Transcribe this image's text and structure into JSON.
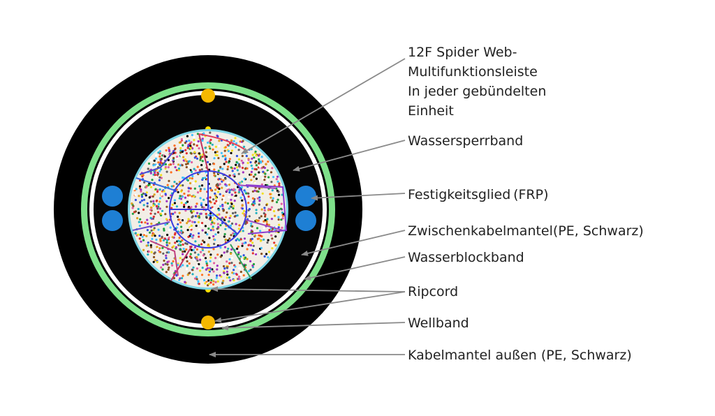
{
  "colors": {
    "outer_sheath": "#000000",
    "inner_sheath": "#050505",
    "water_tape": "#ffffff",
    "armor_band": "#7ee08a",
    "ripcord": "#f5b800",
    "ripcord_small": "#ffe000",
    "frp": "#1e7fd4",
    "core_border": "#7fd6e6",
    "leader": "#8a8a8a",
    "text": "#222222"
  },
  "labels": {
    "spider_web": [
      "12F Spider Web-",
      "Multifunktionsleiste",
      "In jeder gebündelten",
      "Einheit"
    ],
    "water_blocking_tape_1": "Wassersperrband",
    "frp": "Festigkeitsglied (FRP)",
    "inner_sheath": "Zwischenkabelmantel(PE, Schwarz)",
    "water_blocking_tape_2": "Wasserblockband",
    "ripcord": "Ripcord",
    "corrugated_tape": "Wellband",
    "outer_sheath": "Kabelmantel außen (PE, Schwarz)"
  }
}
